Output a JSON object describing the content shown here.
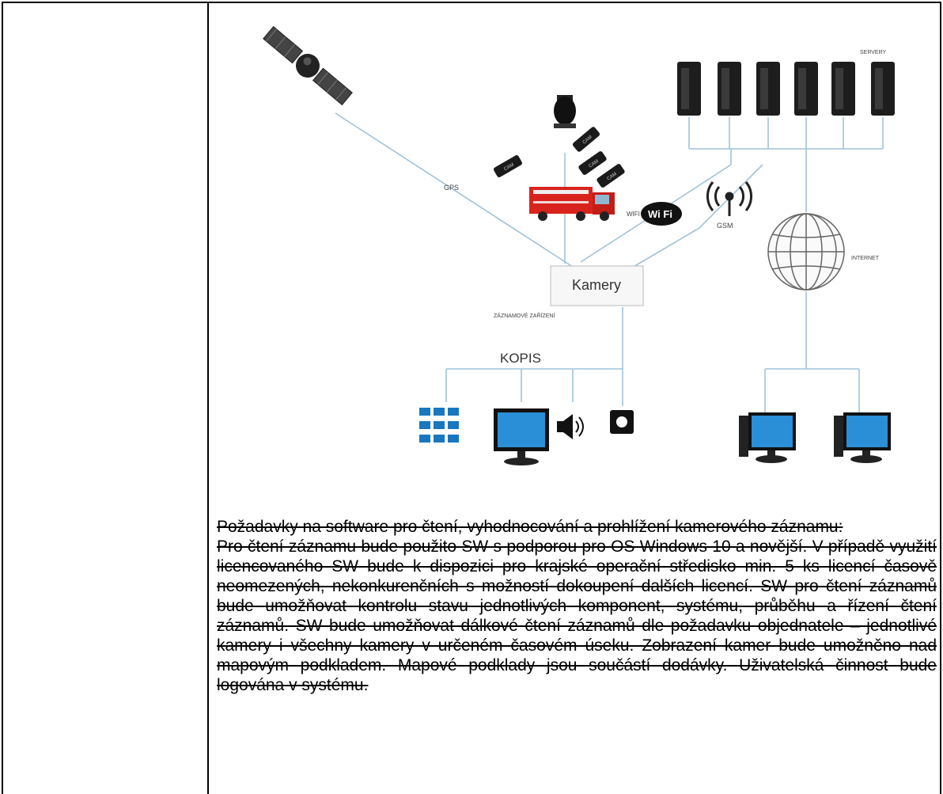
{
  "diagram": {
    "labels": {
      "servers": "SERVERY",
      "gps": "GPS",
      "wifi": "WIFI",
      "wifi_logo": "Wi Fi",
      "gsm": "GSM",
      "internet": "INTERNET",
      "recorder": "Kamery",
      "recorder_caption": "ZÁZNAMOVÉ ZAŘÍZENÍ",
      "kopis": "KOPIS",
      "cam": "CAM"
    }
  },
  "text": {
    "heading": "Požadavky na software pro čtení, vyhodnocování a prohlížení kamerového záznamu:",
    "body": "Pro čtení záznamu bude použito SW s podporou pro OS Windows 10 a novější. V případě využití licencovaného SW bude k dispozici pro krajské operační středisko min. 5 ks licencí časově neomezených, nekonkurenčních s možností dokoupení dalších licencí. SW pro čtení záznamů bude umožňovat kontrolu stavu jednotlivých komponent, systému, průběhu a řízení čtení záznamů. SW bude umožňovat dálkové čtení záznamů dle požadavku objednatele – jednotlivé kamery i všechny kamery v určeném časovém úseku. Zobrazení kamer bude umožněno nad mapovým podkladem. Mapové podklady jsou součástí dodávky. Uživatelská činnost bude logována v systému."
  }
}
